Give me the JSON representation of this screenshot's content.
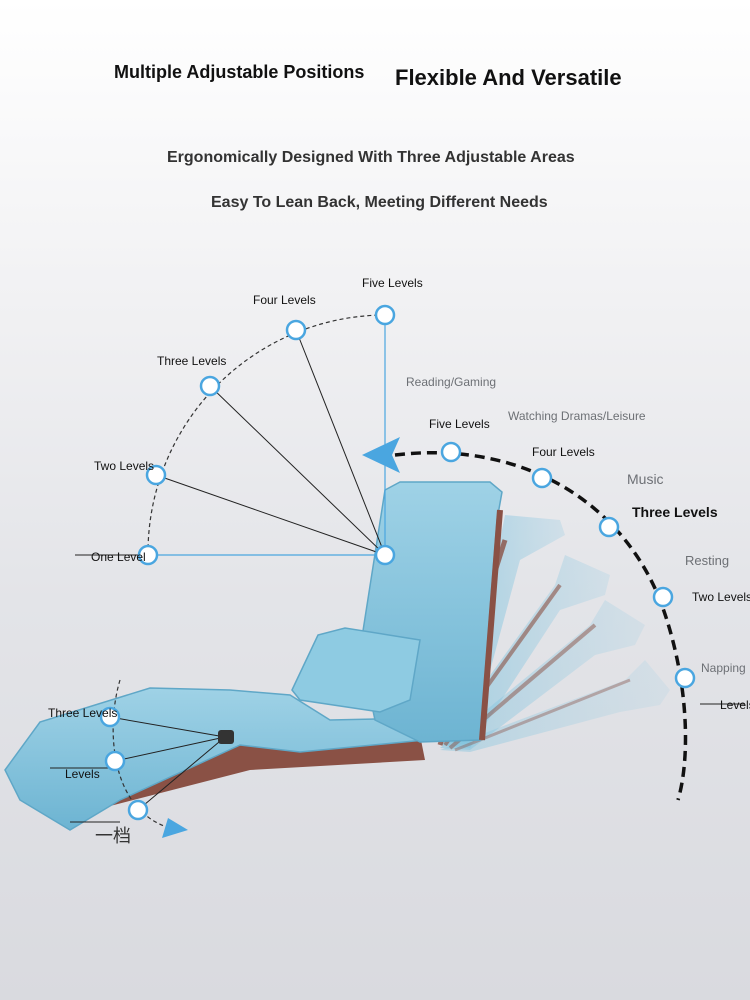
{
  "header": {
    "title_left": "Multiple Adjustable Positions",
    "title_right": "Flexible And Versatile",
    "line1": "Ergonomically Designed With Three Adjustable Areas",
    "line2": "Easy To Lean Back, Meeting Different Needs"
  },
  "headrest_levels": {
    "five": "Five Levels",
    "four": "Four Levels",
    "three": "Three Levels",
    "two": "Two Levels",
    "one": "One Level"
  },
  "backrest_levels": {
    "five": "Five Levels",
    "four": "Four Levels",
    "three": "Three Levels",
    "two": "Two Levels",
    "one": "Levels"
  },
  "usages": {
    "reading": "Reading/Gaming",
    "watching": "Watching Dramas/Leisure",
    "music": "Music",
    "resting": "Resting",
    "napping": "Napping"
  },
  "footrest_levels": {
    "three": "Three Levels",
    "two": "Levels",
    "one": "一档"
  },
  "colors": {
    "accent": "#4aa6e0",
    "cushion": "#7ec3de",
    "frame": "#8a5145"
  }
}
